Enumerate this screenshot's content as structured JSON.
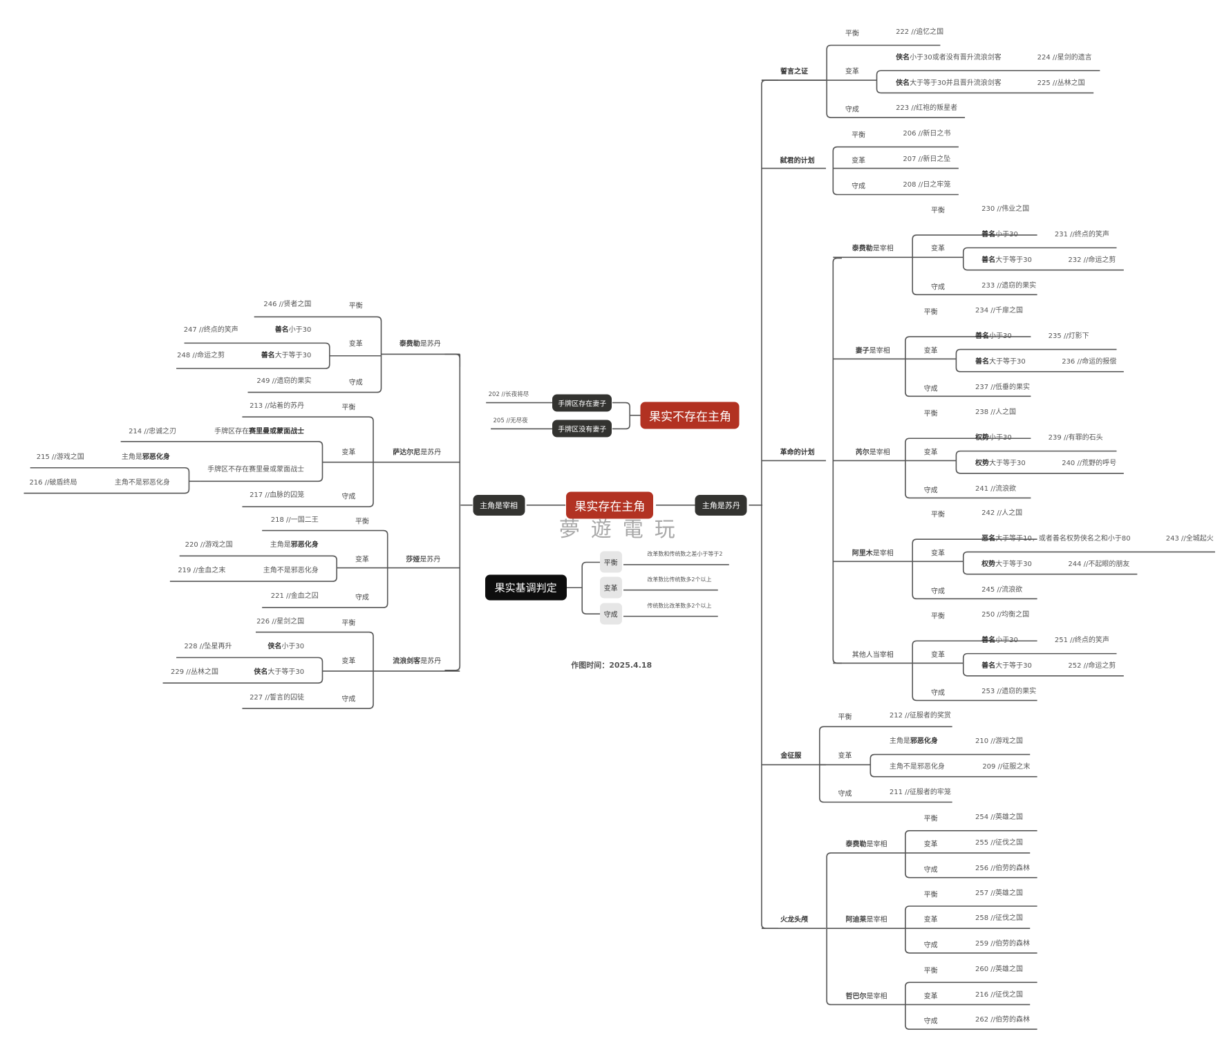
{
  "center": {
    "root": "果实存在主角",
    "left_branch": "主角是宰相",
    "right_branch": "主角是苏丹",
    "watermark": "夢遊電玩"
  },
  "no_protagonist": {
    "title": "果实不存在主角",
    "options": [
      {
        "label": "手牌区存在妻子",
        "result": "202 //长夜将尽"
      },
      {
        "label": "手牌区没有妻子",
        "result": "205 //无尽夜"
      }
    ]
  },
  "tone_rules": {
    "title": "果实基调判定",
    "items": [
      {
        "label": "平衡",
        "rule": "改革数和传统数之差小于等于2"
      },
      {
        "label": "变革",
        "rule": "改革数比传统数多2个以上"
      },
      {
        "label": "守成",
        "rule": "传统数比改革数多2个以上"
      }
    ]
  },
  "date": "作图时间：2025.4.18",
  "right": [
    {
      "name": "誓言之证",
      "tones": {
        "balance": "222 //追忆之国",
        "reform": [
          {
            "cond_b": "侠名",
            "cond": "小于30或者没有晋升流浪剑客",
            "result": "224 //星剑的遗言"
          },
          {
            "cond_b": "侠名",
            "cond": "大于等于30并且晋升流浪剑客",
            "result": "225 //丛林之国"
          }
        ],
        "conserve": "223 //红袍的叛星者"
      }
    },
    {
      "name": "弑君的计划",
      "tones": {
        "balance": "206 //新日之书",
        "reform_single": "207 //新日之坠",
        "conserve": "208 //日之牢笼"
      }
    },
    {
      "name": "革命的计划",
      "subs": [
        {
          "name_b": "泰费勒",
          "name": "是宰相",
          "balance": "230 //伟业之国",
          "reform": [
            {
              "cond_b": "善名",
              "cond": "小于30",
              "result": "231 //终点的笑声"
            },
            {
              "cond_b": "善名",
              "cond": "大于等于30",
              "result": "232 //命运之剪"
            }
          ],
          "conserve": "233 //遗窃的果实"
        },
        {
          "name_b": "妻子",
          "name": "是宰相",
          "balance": "234 //千扉之国",
          "reform": [
            {
              "cond_b": "善名",
              "cond": "小于30",
              "result": "235 //灯影下"
            },
            {
              "cond_b": "善名",
              "cond": "大于等于30",
              "result": "236 //命运的报偿"
            }
          ],
          "conserve": "237 //低垂的果实"
        },
        {
          "name_b": "芮尔",
          "name": "是宰相",
          "balance": "238 //人之国",
          "reform": [
            {
              "cond_b": "权势",
              "cond": "小于30",
              "result": "239 //有罪的石头"
            },
            {
              "cond_b": "权势",
              "cond": "大于等于30",
              "result": "240 //荒野的呼号"
            }
          ],
          "conserve": "241 //流浪欲"
        },
        {
          "name_b": "阿里木",
          "name": "是宰相",
          "balance": "242 //人之国",
          "reform": [
            {
              "cond_b": "恶名",
              "cond": "大于等于10，或者善名权势侠名之和小于80",
              "result": "243 //全城起火"
            },
            {
              "cond_b": "权势",
              "cond": "大于等于30",
              "result": "244 //不起眼的朋友"
            }
          ],
          "conserve": "245 //流浪欲"
        },
        {
          "name_b": "",
          "name": "其他人当宰相",
          "balance": "250 //均衡之国",
          "reform": [
            {
              "cond_b": "善名",
              "cond": "小于30",
              "result": "251 //终点的笑声"
            },
            {
              "cond_b": "善名",
              "cond": "大于等于30",
              "result": "252 //命运之剪"
            }
          ],
          "conserve": "253 //遗窃的果实"
        }
      ]
    },
    {
      "name": "金征服",
      "tones": {
        "balance": "212 //征服者的奖赏",
        "reform": [
          {
            "cond": "主角是",
            "cond_b": "邪恶化身",
            "result": "210 //游戏之国"
          },
          {
            "cond": "主角不是邪恶化身",
            "cond_b": "",
            "result": "209 //征服之末"
          }
        ],
        "conserve": "211 //征服者的牢笼"
      }
    },
    {
      "name": "火龙头颅",
      "subs": [
        {
          "name_b": "泰费勒",
          "name": "是宰相",
          "balance": "254 //英雄之国",
          "reform": "255 //征伐之国",
          "conserve": "256 //伯劳的森林"
        },
        {
          "name_b": "阿迪莱",
          "name": "是宰相",
          "balance": "257 //英雄之国",
          "reform": "258 //征伐之国",
          "conserve": "259 //伯劳的森林"
        },
        {
          "name_b": "哲巴尔",
          "name": "是宰相",
          "balance": "260 //英雄之国",
          "reform": "216 //征伐之国",
          "conserve": "262 //伯劳的森林"
        }
      ]
    }
  ],
  "left": [
    {
      "name_b": "泰费勒",
      "name": "是苏丹",
      "balance": "246 //贤者之国",
      "reform": [
        {
          "cond_b": "善名",
          "cond": "小于30",
          "result": "247 //终点的笑声"
        },
        {
          "cond_b": "善名",
          "cond": "大于等于30",
          "result": "248 //命运之剪"
        }
      ],
      "conserve": "249 //遗窃的果实"
    },
    {
      "name_b": "萨达尔尼",
      "name": "是苏丹",
      "balance": "213 //站着的苏丹",
      "reform_a": {
        "cond": "手牌区存在",
        "cond_b": "赛里曼或蒙面战士",
        "result": "214 //忠诚之刃"
      },
      "reform_b": {
        "cond": "手牌区不存在赛里曼或蒙面战士",
        "subs": [
          {
            "cond": "主角是",
            "cond_b": "邪恶化身",
            "result": "215 //游戏之国"
          },
          {
            "cond": "主角不是邪恶化身",
            "cond_b": "",
            "result": "216 //破盾终局"
          }
        ]
      },
      "conserve": "217 //血脉的囚笼"
    },
    {
      "name_b": "莎娅",
      "name": "是苏丹",
      "balance": "218 //一国二王",
      "reform": [
        {
          "cond": "主角是",
          "cond_b": "邪恶化身",
          "result": "220 //游戏之国"
        },
        {
          "cond": "主角不是邪恶化身",
          "cond_b": "",
          "result": "219 //金血之末"
        }
      ],
      "conserve": "221 //金血之囚"
    },
    {
      "name_b": "流浪剑客",
      "name": "是苏丹",
      "balance": "226 //星剑之国",
      "reform": [
        {
          "cond_b": "侠名",
          "cond": "小于30",
          "result": "228 //坠星再升"
        },
        {
          "cond_b": "侠名",
          "cond": "大于等于30",
          "result": "229 //丛林之国"
        }
      ],
      "conserve": "227 //誓言的囚徒"
    }
  ],
  "tone_labels": {
    "balance": "平衡",
    "reform": "变革",
    "conserve": "守成"
  },
  "colors": {
    "root_red": "#b23222",
    "dark_node": "#333330",
    "black_node": "#0d0d0d",
    "line": "#555555"
  }
}
